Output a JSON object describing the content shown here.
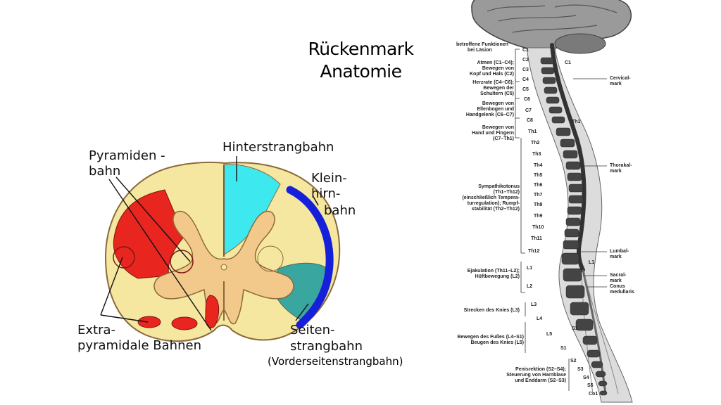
{
  "slide": {
    "title_line1": "Rückenmark",
    "title_line2": "Anatomie"
  },
  "cross_section": {
    "label_pyramiden_1": "Pyramiden -",
    "label_pyramiden_2": "bahn",
    "label_hinterstrang": "Hinterstrangbahn",
    "label_klein_1": "Klein-",
    "label_klein_2": "hirn-",
    "label_klein_3": "bahn",
    "label_extra_1": "Extra-",
    "label_extra_2": "pyramidale Bahnen",
    "label_seiten_1": "Seiten-",
    "label_seiten_2": "strangbahn",
    "label_vorderseiten": "(Vorderseitenstrangbahn)",
    "colors": {
      "pyramidal": "#e8251f",
      "dorsal_column": "#3de8ee",
      "cerebellar": "#1520d8",
      "spinothalamic": "#3aa6a0",
      "white_matter": "#f6e7a0",
      "gray_matter": "#f2c98a"
    }
  },
  "spine_diagram": {
    "header_1": "betroffene Funktionen",
    "header_2": "bei Läsion",
    "functions": [
      {
        "l1": "Atmen (C1–C4);",
        "l2": "Bewegen von",
        "l3": "Kopf und Hals (C2)"
      },
      {
        "l1": "Herzrate (C4–C6);",
        "l2": "Bewegen der",
        "l3": "Schultern (C5)"
      },
      {
        "l1": "Bewegen von",
        "l2": "Ellenbogen und",
        "l3": "Handgelenk (C6–C7)"
      },
      {
        "l1": "Bewegen von",
        "l2": "Hand und Fingern",
        "l3": "(C7–Th1)"
      },
      {
        "l1": "Sympathikotonus",
        "l2": "(Th1–Th12)",
        "l3": "(einschließlich Tempera-",
        "l4": "turregulation); Rumpf-",
        "l5": "stabilität (Th2–Th12)"
      },
      {
        "l1": "Ejakulation (Th11–L2);",
        "l2": "Hüftbewegung (L2)"
      },
      {
        "l1": "Strecken des Knies (L3)"
      },
      {
        "l1": "Bewegen des Fußes (L4–S1)",
        "l2": "Beugen des Knies (L5)"
      },
      {
        "l1": "Penisrektion (S2–S4);",
        "l2": "Steuerung von Harnblase",
        "l3": "und Enddarm (S2–S3)"
      }
    ],
    "segments": [
      "C1",
      "C2",
      "C3",
      "C4",
      "C5",
      "C6",
      "C7",
      "C8",
      "Th1",
      "Th2",
      "Th3",
      "Th4",
      "Th5",
      "Th6",
      "Th7",
      "Th8",
      "Th9",
      "Th10",
      "Th11",
      "Th12",
      "L1",
      "L2",
      "L3",
      "L4",
      "L5",
      "S1",
      "S2",
      "S3",
      "S4",
      "S5",
      "Co1"
    ],
    "cord_labels": {
      "c1": "C1",
      "th1": "Th1",
      "l1": "L1",
      "s1": "S1"
    },
    "regions": [
      {
        "l1": "Cervical-",
        "l2": "mark"
      },
      {
        "l1": "Thorakal-",
        "l2": "mark"
      },
      {
        "l1": "Lumbal-",
        "l2": "mark"
      },
      {
        "l1": "Sacral-",
        "l2": "mark"
      },
      {
        "l1": "Conus",
        "l2": "medullaris"
      }
    ]
  }
}
